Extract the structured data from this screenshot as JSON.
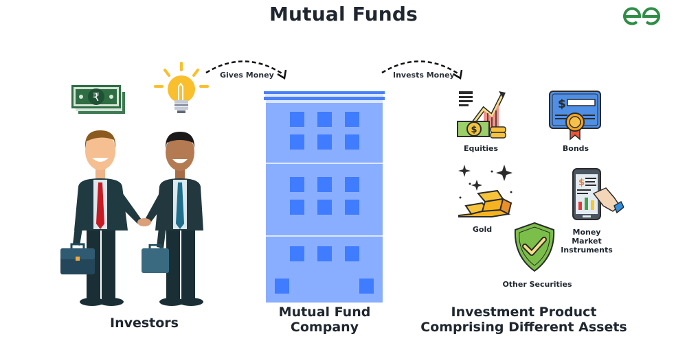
{
  "header": {
    "title": "Mutual Funds",
    "logo": "geeksforgeeks-logo-icon",
    "logo_color": "#2f8d46"
  },
  "flows": [
    {
      "label": "Gives Money",
      "icon": "dashed-arrow-icon"
    },
    {
      "label": "Invests Money",
      "icon": "dashed-arrow-icon"
    }
  ],
  "sections": {
    "investors": {
      "label": "Investors",
      "icons": [
        "rupee-banknotes-icon",
        "lightbulb-icon",
        "businessman-handshake-icon",
        "briefcase-icon"
      ]
    },
    "company": {
      "label_line1": "Mutual Fund",
      "label_line2": "Company",
      "icon": "building-icon",
      "colors": {
        "wall": "#8aaeff",
        "window": "#3f7cff",
        "roof": "#4a80f5",
        "trim": "#dce6ff"
      }
    },
    "product": {
      "label_line1": "Investment Product",
      "label_line2": "Comprising Different Assets",
      "assets": [
        {
          "label": "Equities",
          "icon": "stock-growth-icon"
        },
        {
          "label": "Bonds",
          "icon": "certificate-icon"
        },
        {
          "label": "Gold",
          "icon": "gold-bars-icon"
        },
        {
          "label_lines": [
            "Money",
            "Market",
            "Instruments"
          ],
          "icon": "mobile-finance-icon"
        },
        {
          "label": "Other Securities",
          "icon": "shield-check-icon"
        }
      ]
    }
  },
  "colors": {
    "text": "#1f2630",
    "money_green": "#2f6e43",
    "bulb_yellow": "#f9bf2c",
    "suit": "#1f3a40",
    "tie_red": "#c81a22",
    "tie_blue": "#1f6e8c"
  }
}
